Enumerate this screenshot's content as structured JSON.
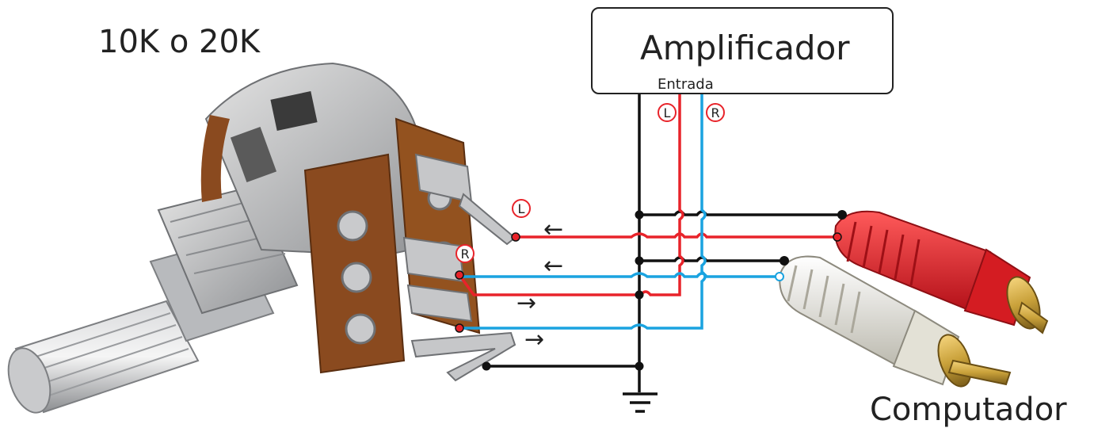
{
  "pot": {
    "title": "10K o 20K"
  },
  "amplifier": {
    "label": "Amplificador",
    "input_label": "Entrada"
  },
  "computer": {
    "label": "Computador"
  },
  "channels": {
    "left_letter": "L",
    "right_letter": "R"
  },
  "arrows": {
    "left": "←",
    "right": "→"
  },
  "colors": {
    "left_wire": "#e8232a",
    "right_wire": "#1aa3e0",
    "ground_wire": "#111111",
    "pot_body": "#a9abae",
    "pot_board": "#8a4a1f",
    "rca_red": "#e21f26",
    "rca_white": "#e9e7de",
    "rca_gold": "#c9a13a"
  },
  "icons": [
    "potentiometer-image",
    "rca-plug-red",
    "rca-plug-white",
    "ground-symbol",
    "arrow-left-icon",
    "arrow-right-icon"
  ]
}
